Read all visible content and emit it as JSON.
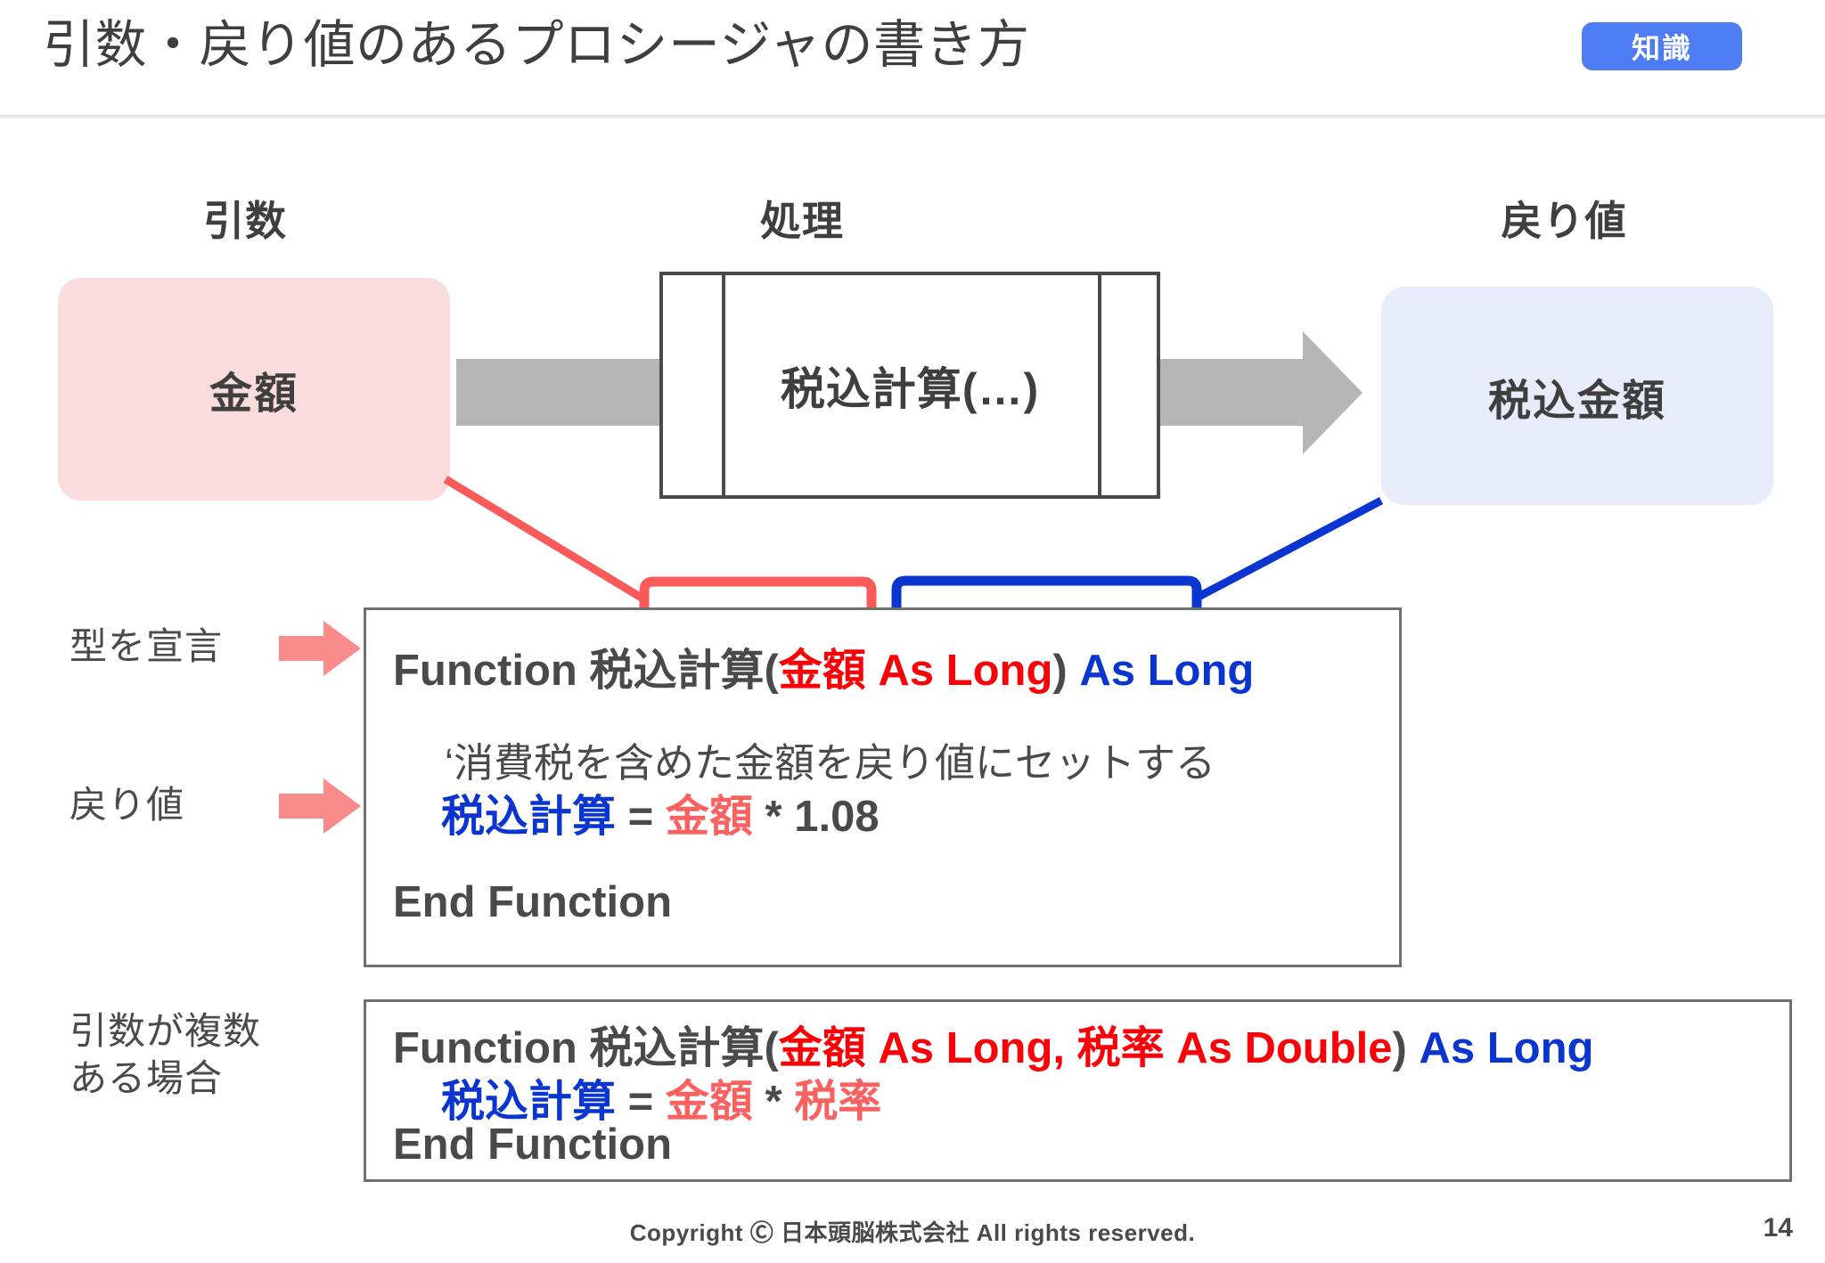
{
  "header": {
    "title": "引数・戻り値のあるプロシージャの書き方",
    "badge_label": "知識",
    "badge_color": "#4d7cf3"
  },
  "diagram": {
    "captions": {
      "argument": "引数",
      "process": "処理",
      "return": "戻り値"
    },
    "argument_box": {
      "label": "金額",
      "color": "#fbdcdc"
    },
    "process_box": {
      "label": "税込計算(…)",
      "border_color": "#4a4a4a"
    },
    "return_box": {
      "label": "税込金額",
      "color": "#e8ecfa"
    },
    "flow_arrow_color": "#b7b6b6",
    "argument_connector_color": "#fa5a5a",
    "return_connector_color": "#0b35d0"
  },
  "side_labels": {
    "declare_type": "型を宣言",
    "return_value": "戻り値",
    "multiple_args": "引数が複数\nある場合",
    "arrow_color": "#f98b8b"
  },
  "code_main": {
    "line1": {
      "p1": "Function 税込計算(",
      "p2": "金額 As Long",
      "p3": ")",
      "p4": "As Long"
    },
    "comment": "‘消費税を含めた金額を戻り値にセットする",
    "line2": {
      "p1": "税込計算",
      "p2": "=",
      "p3": "金額",
      "p4": "* 1.08"
    },
    "line3": "End Function"
  },
  "code_multi": {
    "line1": {
      "p1": "Function 税込計算(",
      "p2": "金額 As Long, 税率 As Double",
      "p3": ")",
      "p4": "As Long"
    },
    "line2": {
      "p1": "税込計算",
      "p2": "=",
      "p3": "金額",
      "p4": "*",
      "p5": "税率"
    },
    "line3": "End Function"
  },
  "footer": {
    "copyright": "Copyright Ⓒ  日本頭脳株式会社 All rights reserved.",
    "page_number": "14"
  }
}
